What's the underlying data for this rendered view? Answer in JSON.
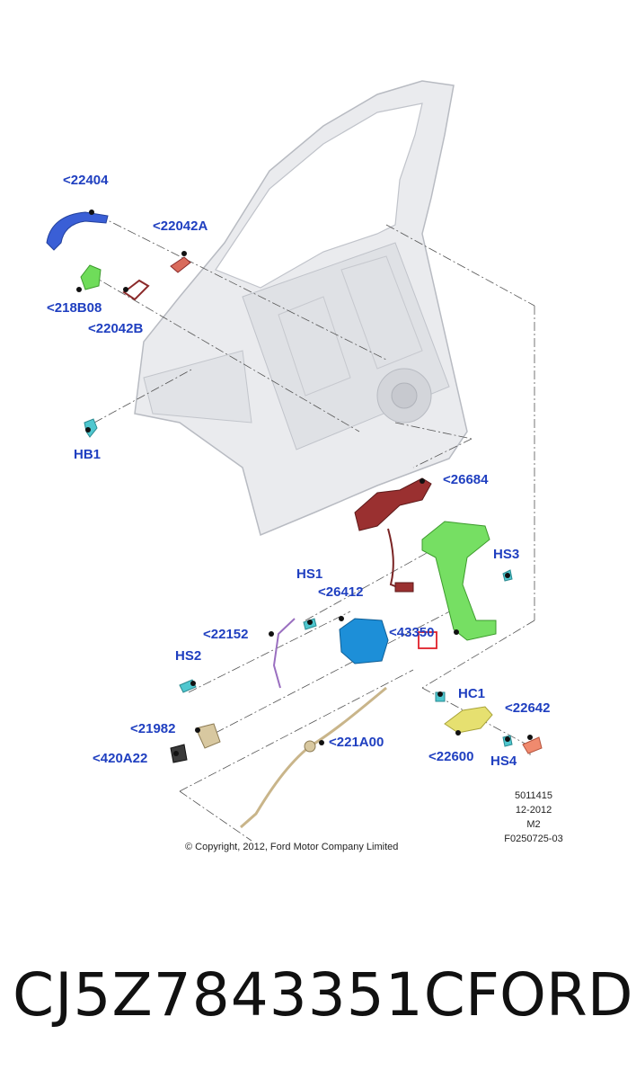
{
  "callouts": {
    "c22404": "<22404",
    "c22042A": "<22042A",
    "c218B08": "<218B08",
    "c22042B": "<22042B",
    "cHB1": "HB1",
    "c26684": "<26684",
    "cHS3": "HS3",
    "cHS1": "HS1",
    "c26412": "<26412",
    "c22152": "<22152",
    "c43350": "<43350",
    "cHS2": "HS2",
    "cHC1": "HC1",
    "c22642": "<22642",
    "c21982": "<21982",
    "c221A00": "<221A00",
    "c420A22": "<420A22",
    "c22600": "<22600",
    "cHS4": "HS4"
  },
  "meta": {
    "line1": "5011415",
    "line2": "12-2012",
    "line3": "M2",
    "line4": "F0250725-03"
  },
  "copyright": "© Copyright, 2012, Ford Motor Company Limited",
  "footer": {
    "part_number": "CJ5Z7843351C",
    "brand": "FORD"
  },
  "colors": {
    "callout_text": "#1f3fc0",
    "handle_blue": "#3a5fd6",
    "frame_red": "#8b2a2a",
    "bracket_green": "#6fdc5a",
    "latch_blue": "#1d8fd8",
    "yellow_part": "#e6e070",
    "highlight_box": "#e0202a"
  }
}
